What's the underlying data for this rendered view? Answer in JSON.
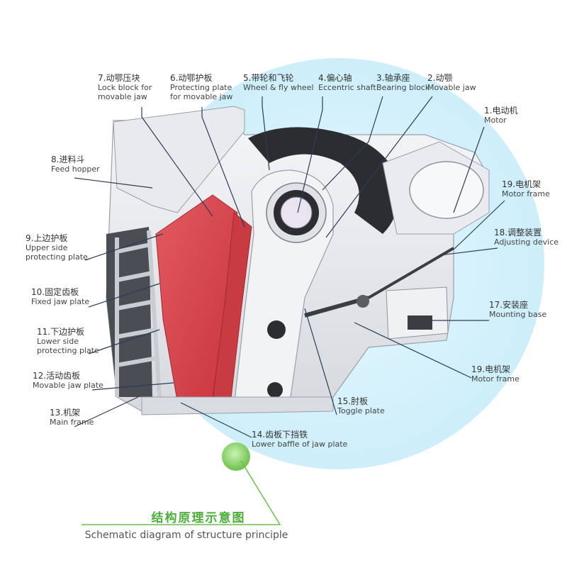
{
  "labels": [
    {
      "id": "lock-block",
      "cn": "7.动鄂压块",
      "en1": "Lock block for",
      "en2": "movable jaw"
    },
    {
      "id": "protecting-plate",
      "cn": "6.动鄂护板",
      "en1": "Protecting plate",
      "en2": "for movable jaw"
    },
    {
      "id": "wheel",
      "cn": "5.带轮和飞轮",
      "en1": "Wheel & fly wheel",
      "en2": ""
    },
    {
      "id": "eccentric-shaft",
      "cn": "4.偏心轴",
      "en1": "Eccentric shaft",
      "en2": ""
    },
    {
      "id": "bearing-block",
      "cn": "3.轴承座",
      "en1": "Bearing block",
      "en2": ""
    },
    {
      "id": "movable-jaw",
      "cn": "2.动颚",
      "en1": "Movable jaw",
      "en2": ""
    },
    {
      "id": "motor",
      "cn": "1.电动机",
      "en1": "Motor",
      "en2": ""
    },
    {
      "id": "feed-hopper",
      "cn": "8.进料斗",
      "en1": "Feed hopper",
      "en2": ""
    },
    {
      "id": "motor-frame-top",
      "cn": "19.电机架",
      "en1": "Motor frame",
      "en2": ""
    },
    {
      "id": "upper-side",
      "cn": "9.上边护板",
      "en1": "Upper side",
      "en2": "protecting plate"
    },
    {
      "id": "adjusting-device",
      "cn": "18.调整装置",
      "en1": "Adjusting device",
      "en2": ""
    },
    {
      "id": "fixed-jaw",
      "cn": "10.固定齿板",
      "en1": "Fixed jaw plate",
      "en2": ""
    },
    {
      "id": "mounting-base",
      "cn": "17.安装座",
      "en1": "Mounting base",
      "en2": ""
    },
    {
      "id": "lower-side",
      "cn": "11.下边护板",
      "en1": "Lower side",
      "en2": "protecting plate"
    },
    {
      "id": "motor-frame-bottom",
      "cn": "19.电机架",
      "en1": "Motor frame",
      "en2": ""
    },
    {
      "id": "movable-jaw-plate",
      "cn": "12.活动齿板",
      "en1": "Movable jaw plate",
      "en2": ""
    },
    {
      "id": "toggle-plate",
      "cn": "15.肘板",
      "en1": "Toggle plate",
      "en2": ""
    },
    {
      "id": "main-frame",
      "cn": "13.机架",
      "en1": "Main frame",
      "en2": ""
    },
    {
      "id": "lower-baffle",
      "cn": "14.齿板下挡铁",
      "en1": "Lower baffle of jaw plate",
      "en2": ""
    }
  ],
  "caption": {
    "cn": "结构原理示意图",
    "en": "Schematic diagram of structure principle"
  },
  "colors": {
    "jaw_red": "#d9434b",
    "frame_light": "#eceef1",
    "dark": "#2b2d31",
    "circle_bg": "#d7f1fb",
    "accent_green": "#6cc04a"
  }
}
